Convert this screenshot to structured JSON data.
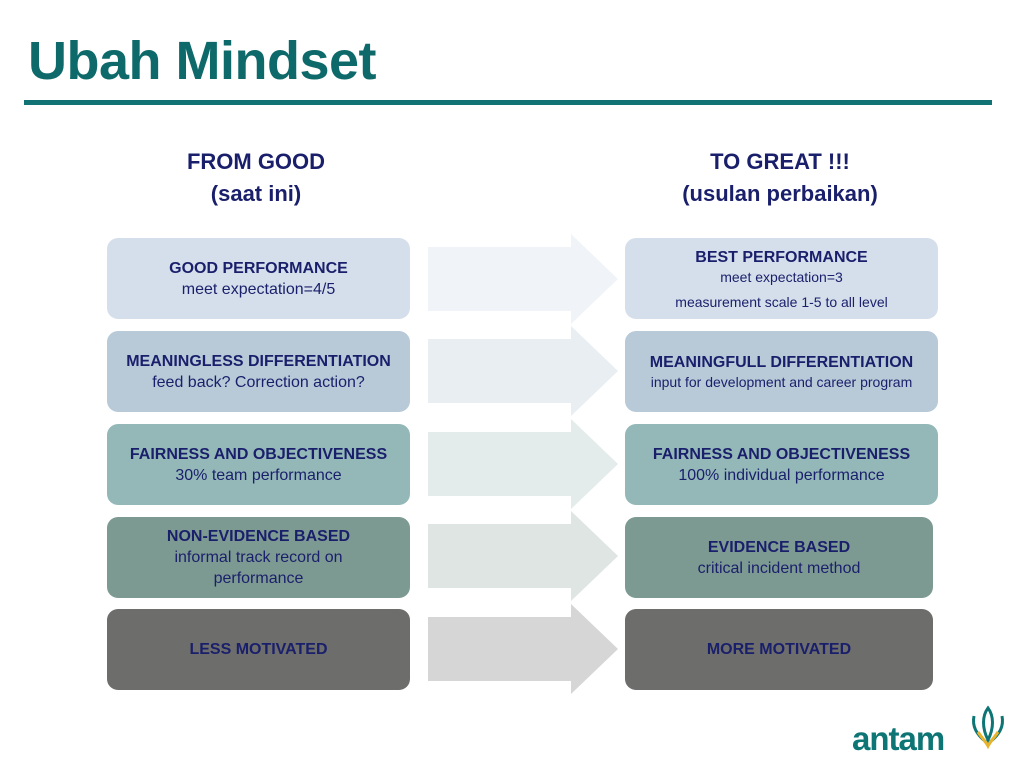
{
  "title": "Ubah Mindset",
  "columns": {
    "left": {
      "line1": "FROM GOOD",
      "line2": "(saat ini)"
    },
    "right": {
      "line1": "TO GREAT !!!",
      "line2": "(usulan perbaikan)"
    }
  },
  "rows": [
    {
      "left": {
        "heading": "GOOD PERFORMANCE",
        "sub": "meet expectation=4/5"
      },
      "right": {
        "heading": "BEST PERFORMANCE",
        "sub": "meet expectation=3",
        "sub2": "measurement scale 1-5 to all level"
      }
    },
    {
      "left": {
        "heading": "MEANINGLESS DIFFERENTIATION",
        "sub": "feed back? Correction action?"
      },
      "right": {
        "heading": "MEANINGFULL DIFFERENTIATION",
        "sub": "input for development and  career program"
      }
    },
    {
      "left": {
        "heading": "FAIRNESS AND OBJECTIVENESS",
        "sub": "30% team performance"
      },
      "right": {
        "heading": "FAIRNESS AND OBJECTIVENESS",
        "sub": "100% individual performance"
      }
    },
    {
      "left": {
        "heading": "NON-EVIDENCE BASED",
        "sub": "informal track record on performance"
      },
      "right": {
        "heading": "EVIDENCE BASED",
        "sub": "critical incident method"
      }
    },
    {
      "left": {
        "heading": "LESS MOTIVATED"
      },
      "right": {
        "heading": "MORE MOTIVATED"
      }
    }
  ],
  "colors": {
    "title": "#0e6a6a",
    "rule": "#117373",
    "text": "#1a1f6b",
    "row_fills": [
      "#d5dfeb",
      "#b8cad8",
      "#94b8b8",
      "#7d9a92",
      "#6d6d6b"
    ],
    "arrow_fills": [
      "#f0f4f8",
      "#e8eef2",
      "#e4eceb",
      "#dfe5e3",
      "#d6d6d6"
    ]
  },
  "logo": {
    "text": "antam"
  }
}
